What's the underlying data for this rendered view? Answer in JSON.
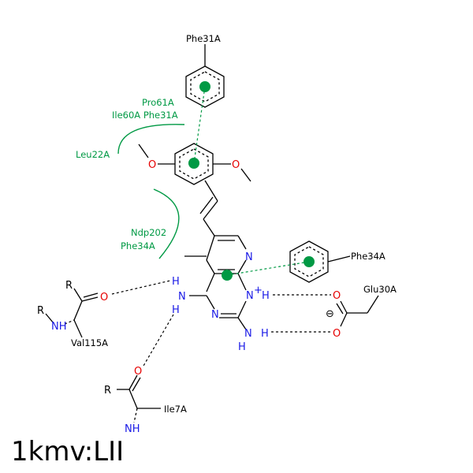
{
  "title": "1kmv:LII",
  "residues": {
    "phe31_top": "Phe31A",
    "phe34_right": "Phe34A",
    "glu30": "Glu30A",
    "val115": "Val115A",
    "ile7": "Ile7A"
  },
  "hydrophobic_labels": {
    "pro61": "Pro61A",
    "ile60_phe31": "Ile60A Phe31A",
    "leu22": "Leu22A",
    "ndp202": "Ndp202",
    "phe34": "Phe34A"
  },
  "atoms": {
    "N": "N",
    "O": "O",
    "H": "H",
    "R": "R",
    "NH": "NH",
    "N_plus": "N",
    "plus": "+",
    "minus": "⊖"
  },
  "colors": {
    "nitrogen": "#1a1ae6",
    "oxygen": "#e60000",
    "interaction_green": "#009944",
    "bond": "#000000"
  }
}
